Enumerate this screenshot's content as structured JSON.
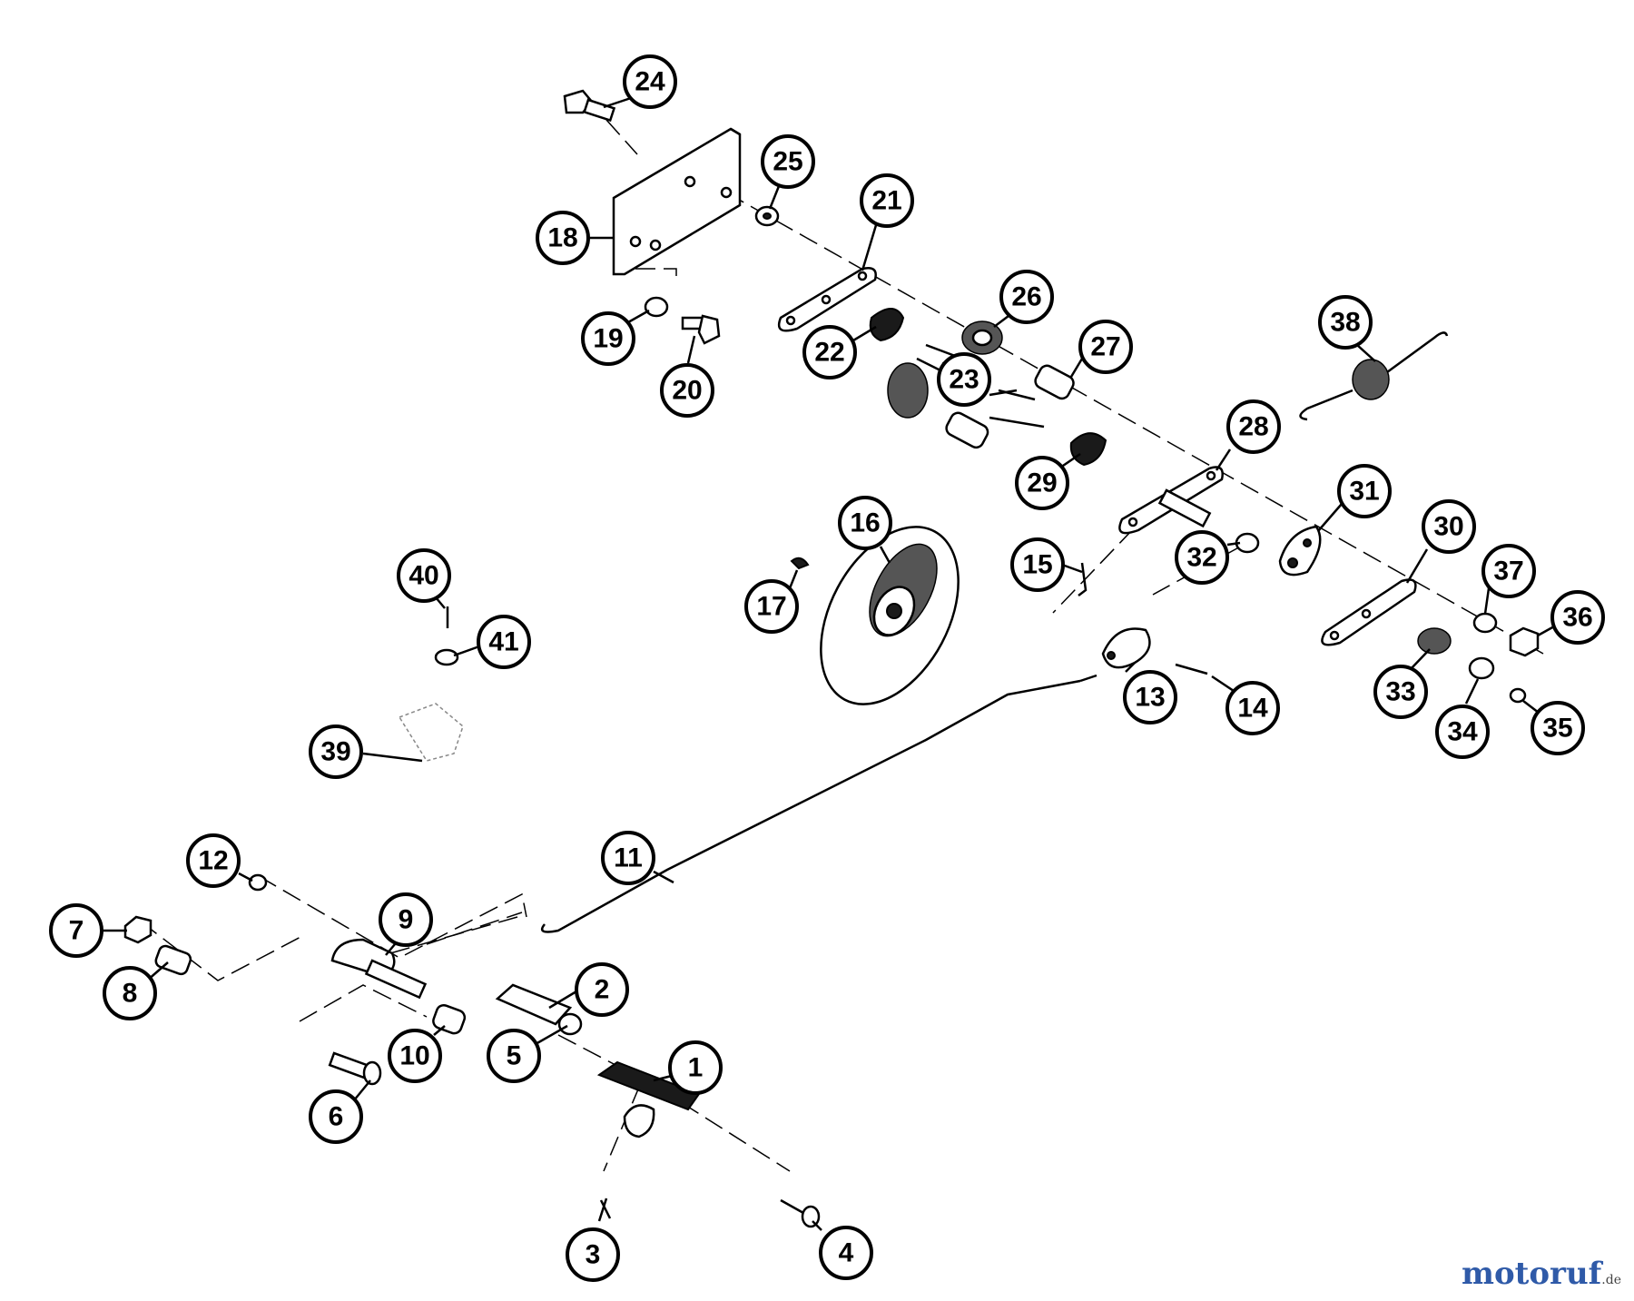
{
  "diagram": {
    "callouts": [
      {
        "id": "c1",
        "label": "1"
      },
      {
        "id": "c2",
        "label": "2"
      },
      {
        "id": "c3",
        "label": "3"
      },
      {
        "id": "c4",
        "label": "4"
      },
      {
        "id": "c5",
        "label": "5"
      },
      {
        "id": "c6",
        "label": "6"
      },
      {
        "id": "c7",
        "label": "7"
      },
      {
        "id": "c8",
        "label": "8"
      },
      {
        "id": "c9",
        "label": "9"
      },
      {
        "id": "c10",
        "label": "10"
      },
      {
        "id": "c11",
        "label": "11"
      },
      {
        "id": "c12",
        "label": "12"
      },
      {
        "id": "c13",
        "label": "13"
      },
      {
        "id": "c14",
        "label": "14"
      },
      {
        "id": "c15",
        "label": "15"
      },
      {
        "id": "c16",
        "label": "16"
      },
      {
        "id": "c17",
        "label": "17"
      },
      {
        "id": "c18",
        "label": "18"
      },
      {
        "id": "c19",
        "label": "19"
      },
      {
        "id": "c20",
        "label": "20"
      },
      {
        "id": "c21",
        "label": "21"
      },
      {
        "id": "c22",
        "label": "22"
      },
      {
        "id": "c23",
        "label": "23"
      },
      {
        "id": "c24",
        "label": "24"
      },
      {
        "id": "c25",
        "label": "25"
      },
      {
        "id": "c26",
        "label": "26"
      },
      {
        "id": "c27",
        "label": "27"
      },
      {
        "id": "c28",
        "label": "28"
      },
      {
        "id": "c29",
        "label": "29"
      },
      {
        "id": "c30",
        "label": "30"
      },
      {
        "id": "c31",
        "label": "31"
      },
      {
        "id": "c32",
        "label": "32"
      },
      {
        "id": "c33",
        "label": "33"
      },
      {
        "id": "c34",
        "label": "34"
      },
      {
        "id": "c35",
        "label": "35"
      },
      {
        "id": "c36",
        "label": "36"
      },
      {
        "id": "c37",
        "label": "37"
      },
      {
        "id": "c38",
        "label": "38"
      },
      {
        "id": "c39",
        "label": "39"
      },
      {
        "id": "c40",
        "label": "40"
      },
      {
        "id": "c41",
        "label": "41"
      }
    ]
  },
  "watermark": {
    "text": "motoruf",
    "tld": ".de"
  }
}
